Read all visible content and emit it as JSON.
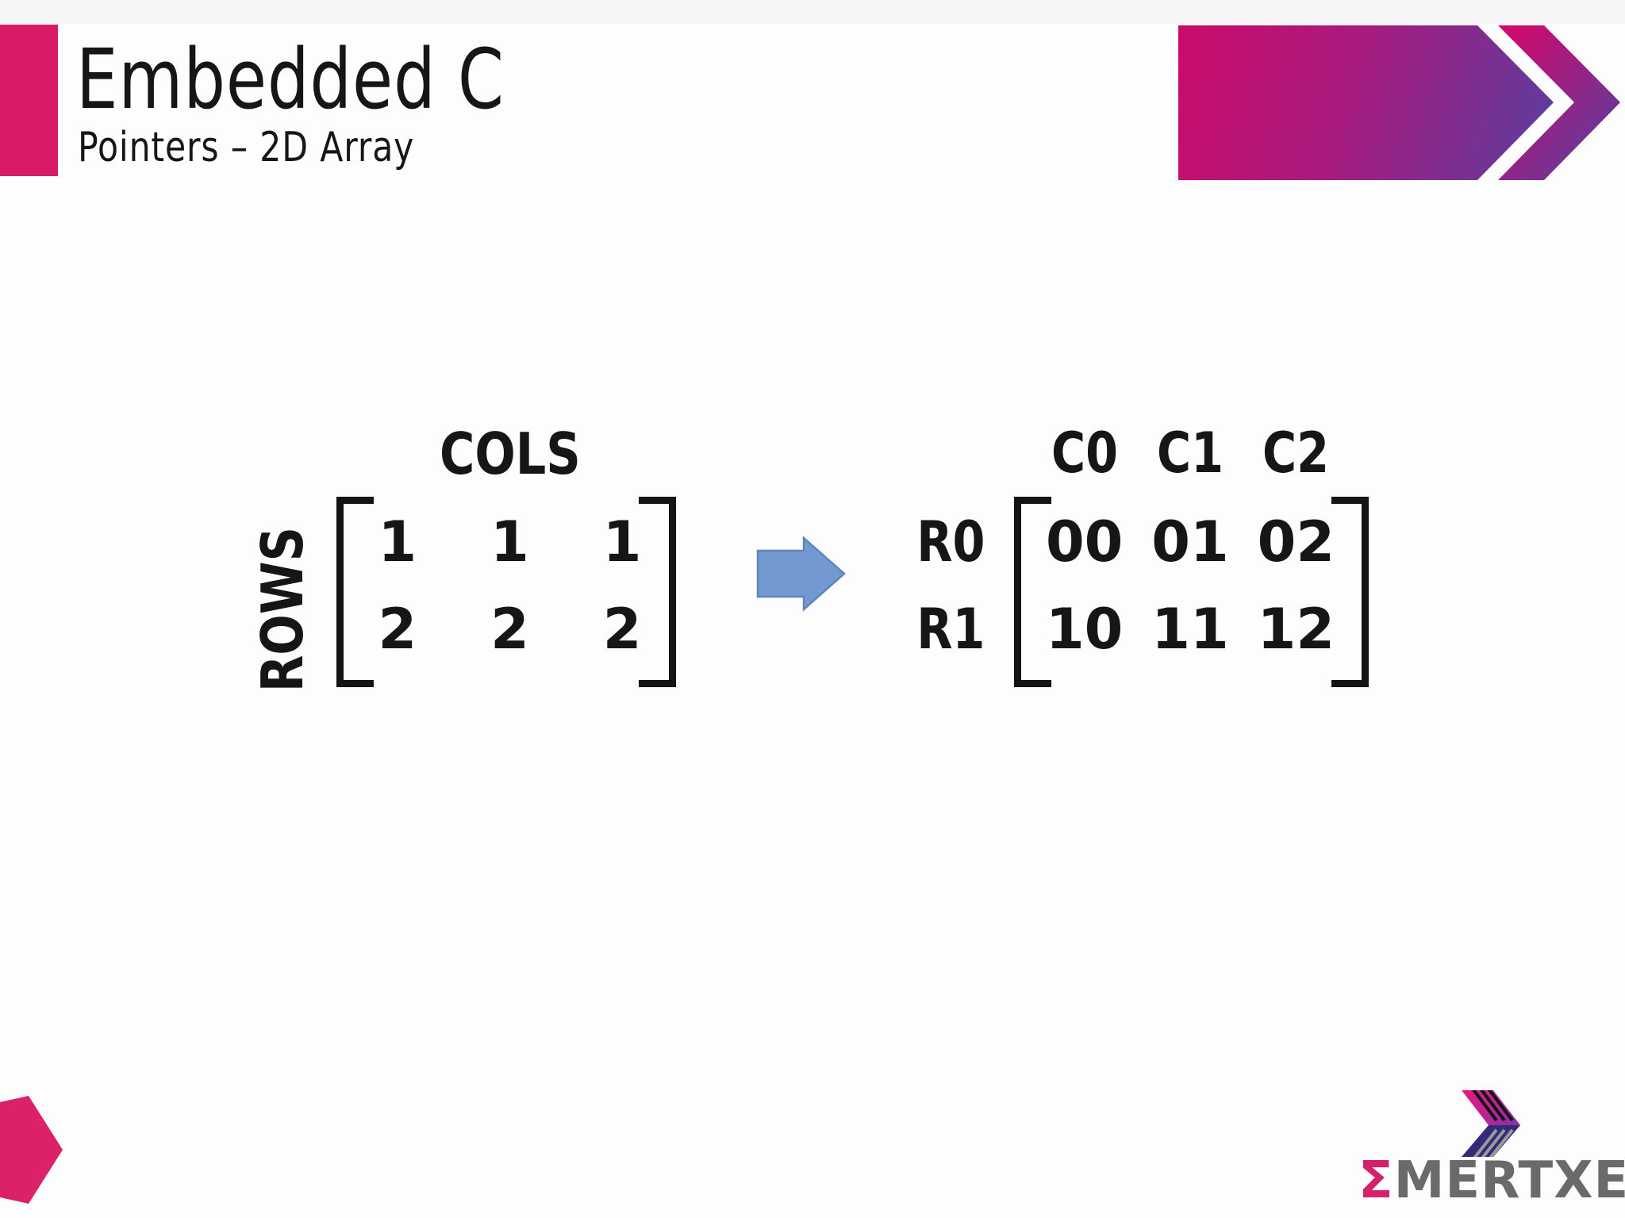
{
  "slide": {
    "title": "Embedded C",
    "subtitle": "Pointers – 2D Array"
  },
  "left_matrix": {
    "cols_label": "COLS",
    "rows_label": "ROWS",
    "rows": [
      [
        "1",
        "1",
        "1"
      ],
      [
        "2",
        "2",
        "2"
      ]
    ]
  },
  "right_matrix": {
    "col_headers": [
      "C0",
      "C1",
      "C2"
    ],
    "row_headers": [
      "R0",
      "R1"
    ],
    "rows": [
      [
        "00",
        "01",
        "02"
      ],
      [
        "10",
        "11",
        "12"
      ]
    ]
  },
  "logo": {
    "sigma": "Σ",
    "name": "MERTXE"
  },
  "colors": {
    "accent_pink": "#D91B67",
    "banner_pink": "#C90C6C",
    "banner_magenta": "#A81B7E",
    "banner_purple": "#5B3D9D",
    "chevron_pink": "#CE0A6C",
    "chevron_purple": "#5B3D9D",
    "corner_pink": "#DC2168",
    "arrow_blue": "#7399D1",
    "arrow_blue_border": "#5E85BD",
    "logo_pink": "#E8197B",
    "logo_purple": "#8B2FA8",
    "logo_indigo": "#322B78",
    "logo_stripe_gray": "#9A9A9A",
    "logo_text_gray": "#6A6A6A",
    "logo_sigma_pink": "#D4216E",
    "text_black": "#161616"
  }
}
